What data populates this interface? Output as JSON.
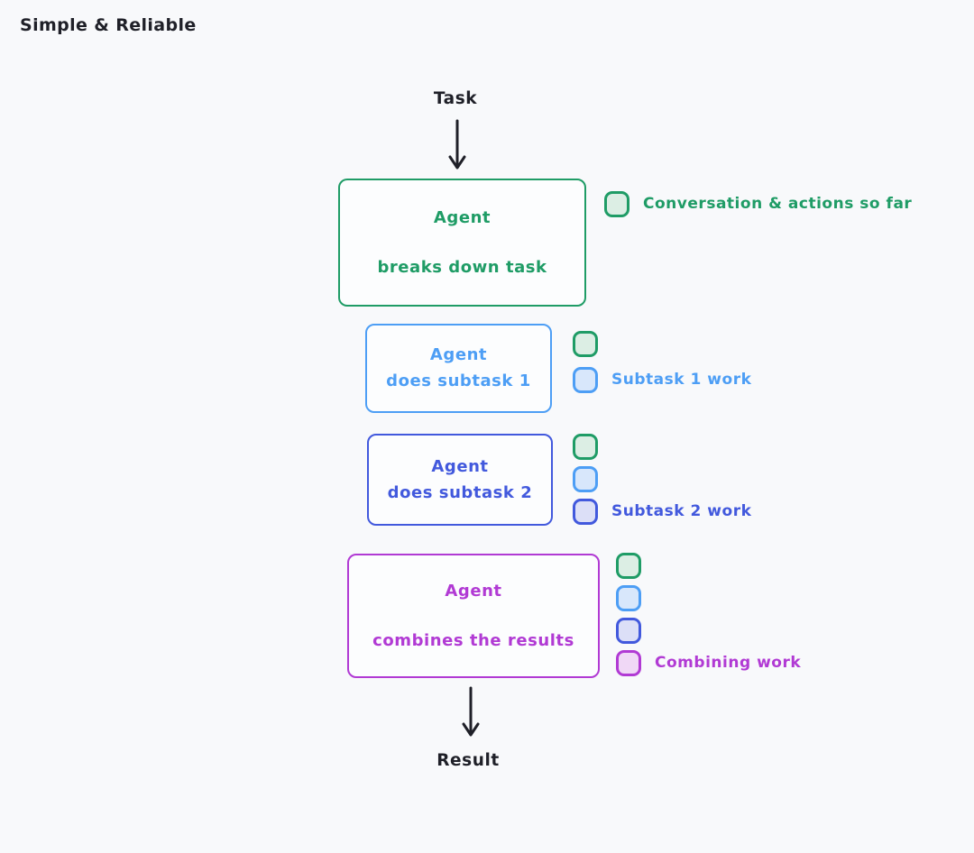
{
  "title": "Simple & Reliable",
  "colors": {
    "canvas_bg": "#f8f9fb",
    "node_bg": "#fcfdfe",
    "ink": "#1f2028",
    "green": {
      "stroke": "#1f9c66",
      "fill": "#dceee4"
    },
    "blue": {
      "stroke": "#4d9ef5",
      "fill": "#d8e7fb"
    },
    "indigo": {
      "stroke": "#4259dd",
      "fill": "#dcdff7"
    },
    "purple": {
      "stroke": "#b13ad4",
      "fill": "#f0d8f6"
    }
  },
  "flow": {
    "input_label": "Task",
    "output_label": "Result"
  },
  "nodes": {
    "breakdown": {
      "line1": "Agent",
      "line2": "breaks down task"
    },
    "subtask1": {
      "line1": "Agent",
      "line2": "does subtask 1"
    },
    "subtask2": {
      "line1": "Agent",
      "line2": "does subtask 2"
    },
    "combine": {
      "line1": "Agent",
      "line2": "combines the results"
    }
  },
  "legends": {
    "conversation": {
      "chips": [
        "green"
      ],
      "label": "Conversation & actions so far"
    },
    "subtask1": {
      "chips": [
        "green",
        "blue"
      ],
      "label": "Subtask 1 work"
    },
    "subtask2": {
      "chips": [
        "green",
        "blue",
        "indigo"
      ],
      "label": "Subtask 2 work"
    },
    "combining": {
      "chips": [
        "green",
        "blue",
        "indigo",
        "purple"
      ],
      "label": "Combining work"
    }
  }
}
